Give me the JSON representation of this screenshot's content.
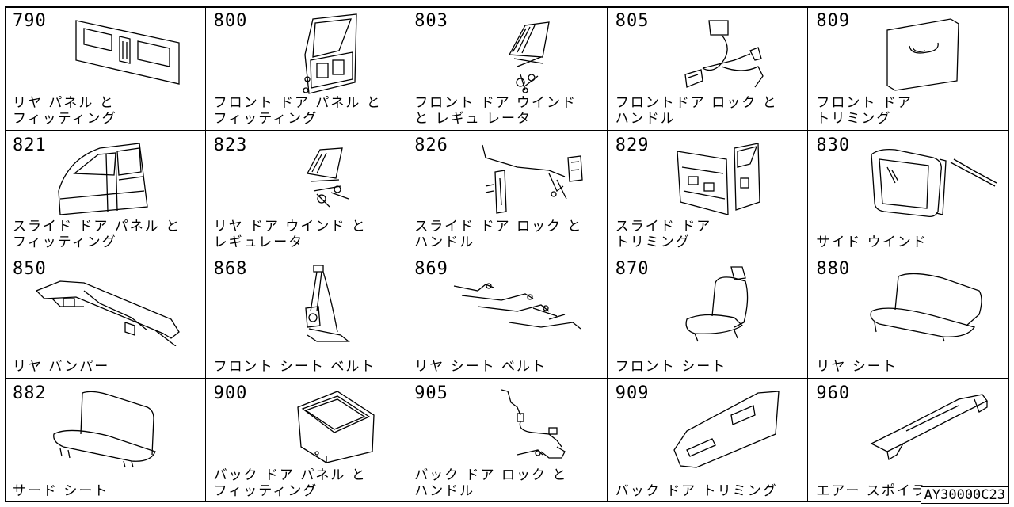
{
  "catalog_code": "AY30000C23",
  "cells": [
    {
      "number": "790",
      "line1": "リヤ パネル と",
      "line2": "フィッティング",
      "icon": "rear-panel-icon"
    },
    {
      "number": "800",
      "line1": "フロント ドア パネル と",
      "line2": "フィッティング",
      "icon": "front-door-panel-icon"
    },
    {
      "number": "803",
      "line1": "フロント ドア ウインド",
      "line2": "と レギュ レータ",
      "icon": "window-regulator-icon"
    },
    {
      "number": "805",
      "line1": "フロントドア ロック と",
      "line2": "ハンドル",
      "icon": "door-lock-icon"
    },
    {
      "number": "809",
      "line1": "フロント ドア",
      "line2": "トリミング",
      "icon": "door-trim-icon"
    },
    {
      "number": "821",
      "line1": "スライド ドア パネル と",
      "line2": "フィッティング",
      "icon": "slide-door-panel-icon"
    },
    {
      "number": "823",
      "line1": "リヤ ドア ウインド と",
      "line2": "レギュレータ",
      "icon": "rear-window-regulator-icon"
    },
    {
      "number": "826",
      "line1": "スライド ドア ロック と",
      "line2": "ハンドル",
      "icon": "slide-door-lock-icon"
    },
    {
      "number": "829",
      "line1": "スライド ドア",
      "line2": "トリミング",
      "icon": "slide-door-trim-icon"
    },
    {
      "number": "830",
      "line1": "",
      "line2": "サイド ウインド",
      "icon": "side-window-icon"
    },
    {
      "number": "850",
      "line1": "",
      "line2": "リヤ バンパー",
      "icon": "rear-bumper-icon"
    },
    {
      "number": "868",
      "line1": "",
      "line2": "フロント シート ベルト",
      "icon": "front-seat-belt-icon"
    },
    {
      "number": "869",
      "line1": "",
      "line2": "リヤ シート ベルト",
      "icon": "rear-seat-belt-icon"
    },
    {
      "number": "870",
      "line1": "",
      "line2": "フロント シート",
      "icon": "front-seat-icon"
    },
    {
      "number": "880",
      "line1": "",
      "line2": "リヤ シート",
      "icon": "rear-seat-icon"
    },
    {
      "number": "882",
      "line1": "",
      "line2": "サード シート",
      "icon": "third-seat-icon"
    },
    {
      "number": "900",
      "line1": "バック ドア パネル と",
      "line2": "フィッティング",
      "icon": "back-door-panel-icon"
    },
    {
      "number": "905",
      "line1": "バック ドア ロック と",
      "line2": "ハンドル",
      "icon": "back-door-lock-icon"
    },
    {
      "number": "909",
      "line1": "",
      "line2": "バック ドア トリミング",
      "icon": "back-door-trim-icon"
    },
    {
      "number": "960",
      "line1": "",
      "line2": "エアー スポイラー",
      "icon": "air-spoiler-icon"
    }
  ]
}
